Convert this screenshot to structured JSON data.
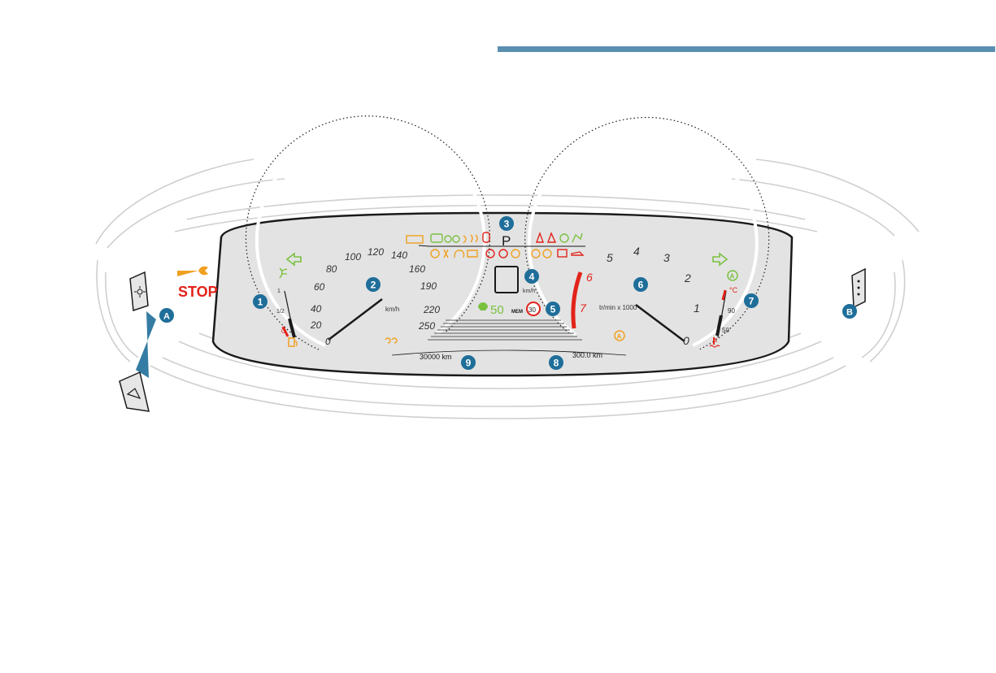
{
  "colors": {
    "badge": "#1f6e9a",
    "warning_amber": "#f0a020",
    "alert_red": "#e2231a",
    "indicator_green": "#7ac142",
    "header_bar": "#5b8fb0",
    "cluster_bg": "#e3e3e3"
  },
  "callouts": {
    "c1": "1",
    "c2": "2",
    "c3": "3",
    "c4": "4",
    "c5": "5",
    "c6": "6",
    "c7": "7",
    "c8": "8",
    "c9": "9",
    "cA": "A",
    "cB": "B"
  },
  "stop_label": "STOP",
  "speedometer": {
    "unit": "km/h",
    "ticks": [
      "0",
      "20",
      "40",
      "60",
      "80",
      "100",
      "120",
      "140",
      "160",
      "190",
      "220",
      "250"
    ]
  },
  "tachometer": {
    "unit": "tr/min x 1000",
    "ticks": [
      "0",
      "1",
      "2",
      "3",
      "4",
      "5",
      "6",
      "7"
    ],
    "redline_ticks": [
      "6",
      "7"
    ]
  },
  "fuel_gauge": {
    "top": "1",
    "mid": "1/2",
    "bottom": "0"
  },
  "temp_gauge": {
    "unit": "°C",
    "high": "90",
    "low": "50"
  },
  "gear_indicator": "P",
  "digital_speed_unit": "km/h",
  "speed_limit_sign": "30",
  "cruise_setting": "50",
  "mem_label": "MEM",
  "odometer": "30000 km",
  "trip_meter": "300.0 km",
  "icons": {
    "wrench": "wrench-icon",
    "fuel_pump": "fuel-pump-icon",
    "coolant_temp": "coolant-temperature-icon",
    "turn_left": "turn-left-arrow-icon",
    "turn_right": "turn-right-arrow-icon",
    "auto_light": "automatic-lighting-icon",
    "stop_start": "stop-start-icon",
    "lighting_rheostat": "lighting-rheostat-icon",
    "trip_reset": "trip-reset-icon"
  }
}
